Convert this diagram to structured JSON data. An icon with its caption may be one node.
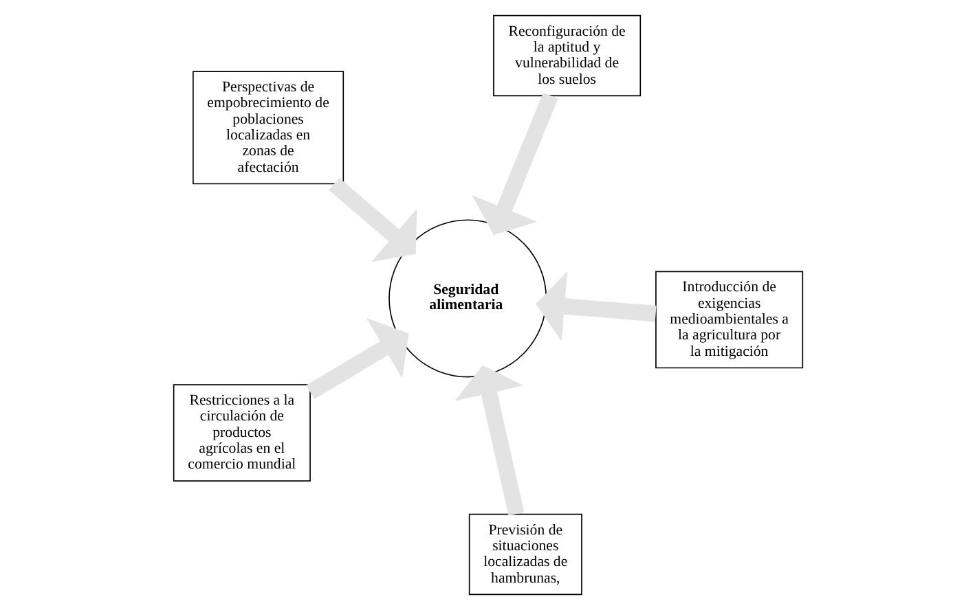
{
  "diagram": {
    "nodes": [
      {
        "text": [
          "Restricciones a la circulación de productos agrícolas en el comercio mundial"
        ]
      },
      {
        "text": [
          "Introducción de exigencias medioambientales a la agricultura por la mitigación"
        ]
      },
      {
        "text": [
          "Previsión de situaciones localizadas de hambrunas,"
        ]
      },
      {
        "text": [
          "Reconfiguración de la aptitud y vulnerabilidad de los suelos"
        ]
      },
      {
        "text": [
          "Seguridad alimentaria"
        ]
      },
      {
        "text": [
          "Perspectivas de empobrecimiento de poblaciones localizadas en zonas de afectación"
        ]
      }
    ],
    "edges": [
      {
        "from": 0,
        "to": 4,
        "arrow": "to"
      },
      {
        "from": 1,
        "to": 4,
        "arrow": "to"
      },
      {
        "from": 2,
        "to": 4,
        "arrow": "to"
      },
      {
        "from": 3,
        "to": 4,
        "arrow": "to"
      },
      {
        "from": 5,
        "to": 4,
        "arrow": "to"
      }
    ]
  }
}
